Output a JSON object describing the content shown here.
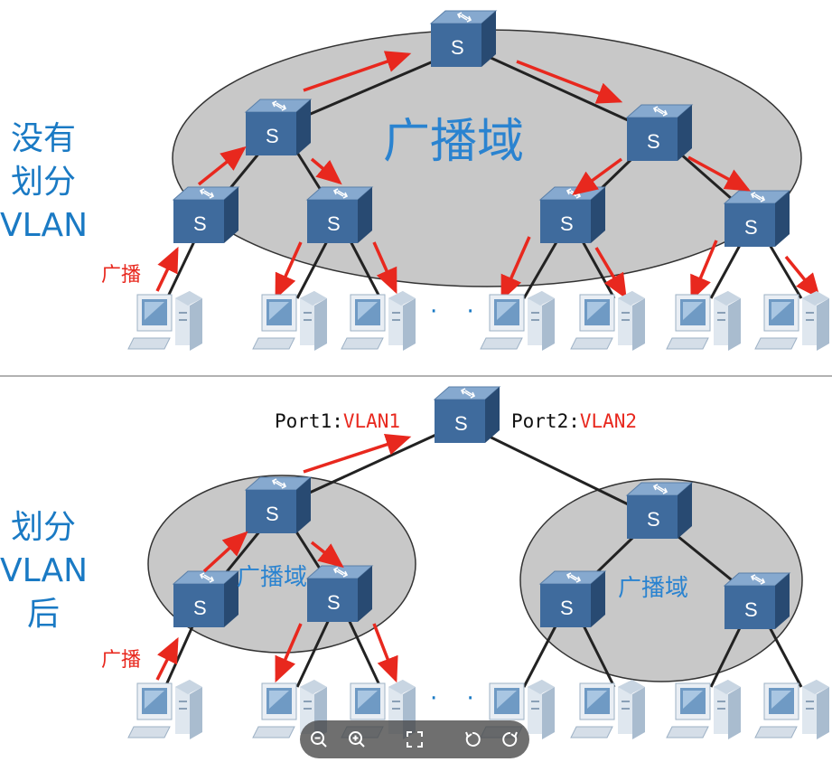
{
  "top_panel": {
    "side_label_lines": [
      "没有",
      "划分",
      "VLAN"
    ],
    "broadcast_domain": "广播域",
    "broadcast_label": "广播",
    "ellipsis": "· ·"
  },
  "bottom_panel": {
    "side_label_lines": [
      "划分",
      "VLAN",
      "后"
    ],
    "port1_prefix": "Port1:",
    "port1_vlan": "VLAN1",
    "port2_prefix": "Port2:",
    "port2_vlan": "VLAN2",
    "left_broadcast_domain": "广播域",
    "right_broadcast_domain": "广播域",
    "broadcast_label": "广播",
    "ellipsis": "· ·"
  },
  "switch_letter": "S",
  "colors": {
    "label_blue": "#1a7ac4",
    "broadcast_red": "#e8281e",
    "ellipse_gray": "#c8c8c8",
    "switch_front": "#3d6899",
    "switch_top": "#7ea4cc",
    "switch_side": "#27486e"
  },
  "toolbar": {
    "icons": [
      "zoom-out-icon",
      "zoom-in-icon",
      "fullscreen-icon",
      "rotate-left-icon",
      "rotate-right-icon"
    ]
  }
}
